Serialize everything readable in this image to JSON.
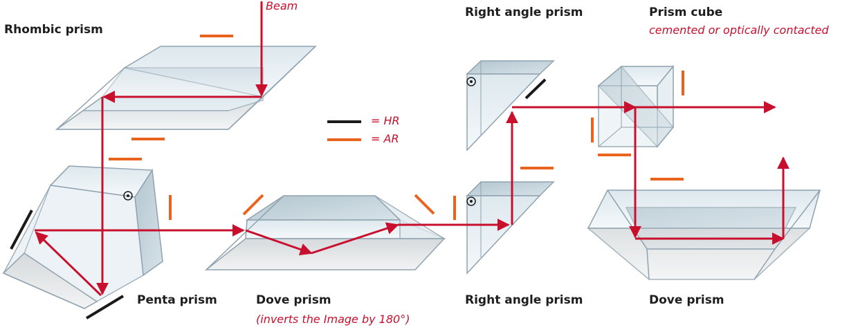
{
  "labels": {
    "beam": "Beam",
    "rhombic": "Rhombic prism",
    "penta": "Penta prism",
    "dove_left": "Dove prism",
    "dove_left_note": "(inverts the Image by 180°)",
    "right_angle_top": "Right angle prism",
    "right_angle_bottom": "Right angle prism",
    "cube": "Prism cube",
    "cube_note": "cemented or optically contacted",
    "dove_right": "Dove prism"
  },
  "legend": {
    "hr": "= HR",
    "ar": "= AR"
  },
  "colors": {
    "beam": "#c8102e",
    "hr": "#1a1a1a",
    "ar": "#e8641e",
    "glass_edge": "#8fa2ae"
  }
}
